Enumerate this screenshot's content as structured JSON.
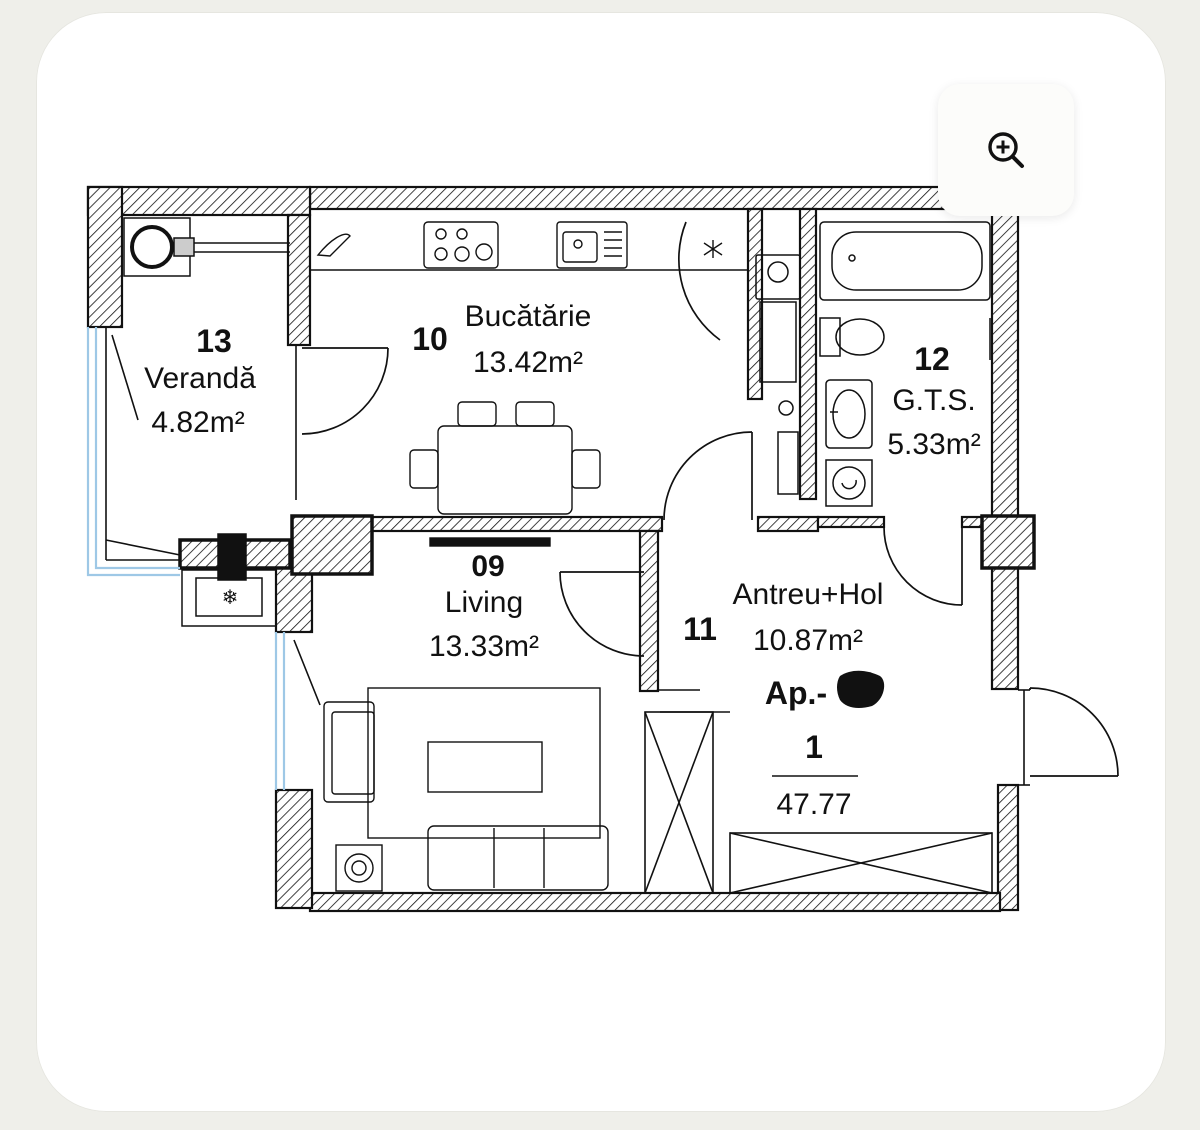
{
  "zoom_button": {
    "icon": "zoom-in-icon"
  },
  "rooms": {
    "veranda": {
      "number": "13",
      "name": "Verandă",
      "area": "4.82m²"
    },
    "kitchen": {
      "number": "10",
      "name": "Bucătărie",
      "area": "13.42m²"
    },
    "bathroom": {
      "number": "12",
      "name": "G.T.S.",
      "area": "5.33m²"
    },
    "living": {
      "number": "09",
      "name": "Living",
      "area": "13.33m²"
    },
    "hall": {
      "number": "11",
      "name": "Antreu+Hol",
      "area": "10.87m²"
    }
  },
  "apartment": {
    "label": "Ap.-",
    "rooms": "1",
    "total_area": "47.77"
  },
  "colors": {
    "wall": "#111111",
    "window": "#9ec8e6",
    "background": "#efefea",
    "card": "#ffffff"
  }
}
